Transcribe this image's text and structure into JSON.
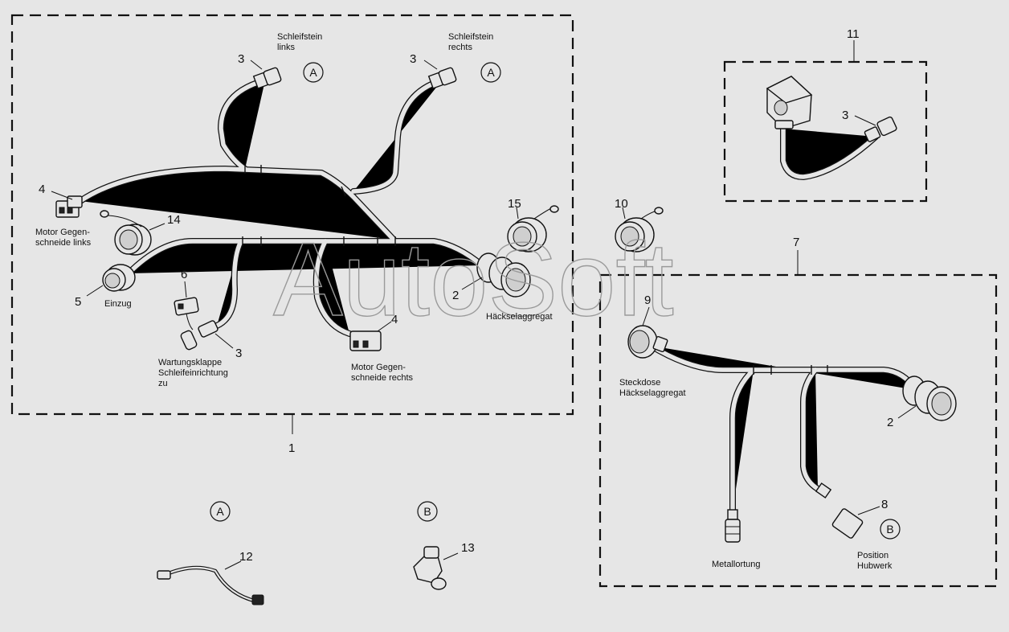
{
  "watermark": "AutoSoft",
  "group_numbers": {
    "g1": "1",
    "g7": "7",
    "g11": "11"
  },
  "callouts": {
    "c3_sl": "3",
    "c3_sr": "3",
    "c4_l": "4",
    "c14": "14",
    "c5": "5",
    "c6": "6",
    "c3_w": "3",
    "c4_r": "4",
    "c2_h": "2",
    "c15": "15",
    "c10": "10",
    "c3_11": "3",
    "c9": "9",
    "c2_7": "2",
    "c8": "8",
    "c12": "12",
    "c13": "13"
  },
  "labels": {
    "schleifstein_links_1": "Schleifstein",
    "schleifstein_links_2": "links",
    "schleifstein_rechts_1": "Schleifstein",
    "schleifstein_rechts_2": "rechts",
    "motor_links_1": "Motor Gegen-",
    "motor_links_2": "schneide links",
    "einzug": "Einzug",
    "wartung_1": "Wartungsklappe",
    "wartung_2": "Schleifeinrichtung",
    "wartung_3": "zu",
    "motor_rechts_1": "Motor Gegen-",
    "motor_rechts_2": "schneide rechts",
    "haecksel": "Häckselaggregat",
    "steckdose_1": "Steckdose",
    "steckdose_2": "Häckselaggregat",
    "metallortung": "Metallortung",
    "position_1": "Position",
    "position_2": "Hubwerk"
  },
  "circle_refs": {
    "a1": "A",
    "a2": "A",
    "b1": "B",
    "a_detail": "A",
    "b_detail": "B"
  }
}
